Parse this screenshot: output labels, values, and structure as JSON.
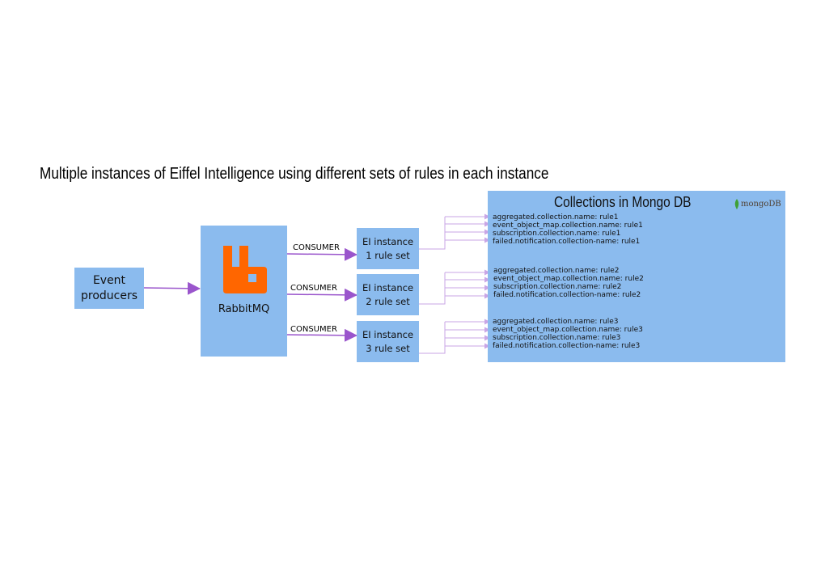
{
  "title": "Multiple instances of Eiffel Intelligence using different sets of rules in each instance",
  "producers": {
    "line1": "Event",
    "line2": "producers"
  },
  "rabbitmq": {
    "label": "RabbitMQ",
    "logo_color": "#ff6600"
  },
  "consumer_label": "CONSUMER",
  "instances": [
    {
      "line1": "EI instance",
      "line2": "1 rule set"
    },
    {
      "line1": "EI instance",
      "line2": "2 rule set"
    },
    {
      "line1": "EI instance",
      "line2": "3 rule set"
    }
  ],
  "mongo": {
    "title": "Collections in Mongo DB",
    "logo_text": "mongoDB",
    "rule_groups": [
      [
        "aggregated.collection.name: rule1",
        "event_object_map.collection.name: rule1",
        "subscription.collection.name: rule1",
        "failed.notification.collection-name: rule1"
      ],
      [
        "aggregated.collection.name: rule2",
        "event_object_map.collection.name: rule2",
        "subscription.collection.name: rule2",
        "failed.notification.collection-name: rule2"
      ],
      [
        "aggregated.collection.name: rule3",
        "event_object_map.collection.name: rule3",
        "subscription.collection.name: rule3",
        "failed.notification.collection-name: rule3"
      ]
    ]
  },
  "colors": {
    "box": "#8bbbee",
    "arrow": "#9a55cc",
    "fan_arrow": "#c9a6e6"
  }
}
